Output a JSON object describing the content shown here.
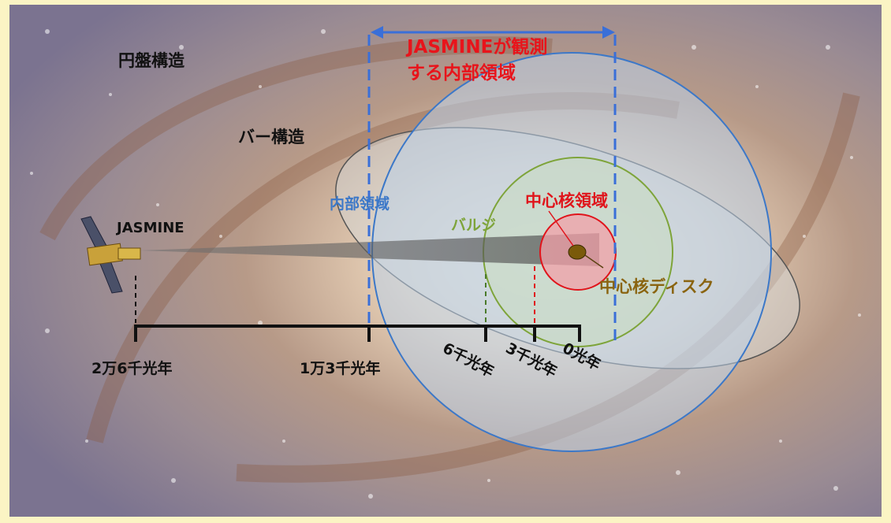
{
  "labels": {
    "disk_structure": "円盤構造",
    "bar_structure": "バー構造",
    "satellite": "JASMINE",
    "observed_region_line1": "JASMINEが観測",
    "observed_region_line2": "する内部領域",
    "inner_region": "内部領域",
    "bulge": "バルジ",
    "nuclear_region": "中心核領域",
    "nuclear_disk": "中心核ディスク"
  },
  "scale": {
    "ticks": [
      "2万6千光年",
      "1万3千光年",
      "6千光年",
      "3千光年",
      "0光年"
    ]
  },
  "colors": {
    "frame": "#fbf4c4",
    "observed_region": "#e8141b",
    "arrow": "#3a6fd8",
    "inner_region": "#3c78c8",
    "bulge": "#7ea43a",
    "nuclear_region": "#e0141b",
    "nuclear_disk": "#8a6410",
    "text_dark": "#111111"
  }
}
